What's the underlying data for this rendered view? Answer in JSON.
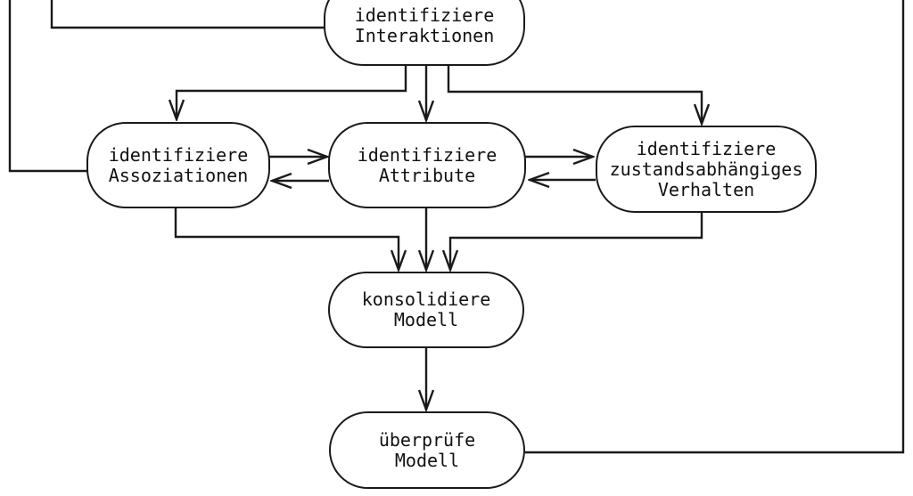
{
  "colors": {
    "line": "#1a1a1a",
    "background": "#ffffff",
    "node_fill": "#ffffff"
  },
  "nodes": {
    "interaktionen": {
      "lines": [
        "identifiziere",
        "Interaktionen"
      ]
    },
    "assoziationen": {
      "lines": [
        "identifiziere",
        "Assoziationen"
      ]
    },
    "attribute": {
      "lines": [
        "identifiziere",
        "Attribute"
      ]
    },
    "verhalten": {
      "lines": [
        "identifiziere",
        "zustandsabhängiges",
        "Verhalten"
      ]
    },
    "konsolidiere": {
      "lines": [
        "konsolidiere",
        "Modell"
      ]
    },
    "ueberpruefe": {
      "lines": [
        "überprüfe",
        "Modell"
      ]
    }
  },
  "edges": [
    {
      "from": "überprüfe Modell",
      "to": "identifiziere Interaktionen",
      "via": "top-left feedback line"
    },
    {
      "from": "überprüfe Modell",
      "to": "identifiziere Assoziationen",
      "via": "far-left feedback line"
    },
    {
      "from": "identifiziere Interaktionen",
      "to": "identifiziere Assoziationen",
      "arrow": true
    },
    {
      "from": "identifiziere Interaktionen",
      "to": "identifiziere Attribute",
      "arrow": true
    },
    {
      "from": "identifiziere Interaktionen",
      "to": "identifiziere zustandsabhängiges Verhalten",
      "arrow": true
    },
    {
      "from": "identifiziere Assoziationen",
      "to": "identifiziere Attribute",
      "arrow": true
    },
    {
      "from": "identifiziere Attribute",
      "to": "identifiziere Assoziationen",
      "arrow": true
    },
    {
      "from": "identifiziere Attribute",
      "to": "identifiziere zustandsabhängiges Verhalten",
      "arrow": true
    },
    {
      "from": "identifiziere zustandsabhängiges Verhalten",
      "to": "identifiziere Attribute",
      "arrow": true
    },
    {
      "from": "identifiziere Assoziationen",
      "to": "konsolidiere Modell",
      "arrow": true
    },
    {
      "from": "identifiziere Attribute",
      "to": "konsolidiere Modell",
      "arrow": true
    },
    {
      "from": "identifiziere zustandsabhängiges Verhalten",
      "to": "konsolidiere Modell",
      "arrow": true
    },
    {
      "from": "konsolidiere Modell",
      "to": "überprüfe Modell",
      "arrow": true
    },
    {
      "from": "überprüfe Modell",
      "to": "top-right off-screen",
      "via": "right vertical line"
    }
  ]
}
